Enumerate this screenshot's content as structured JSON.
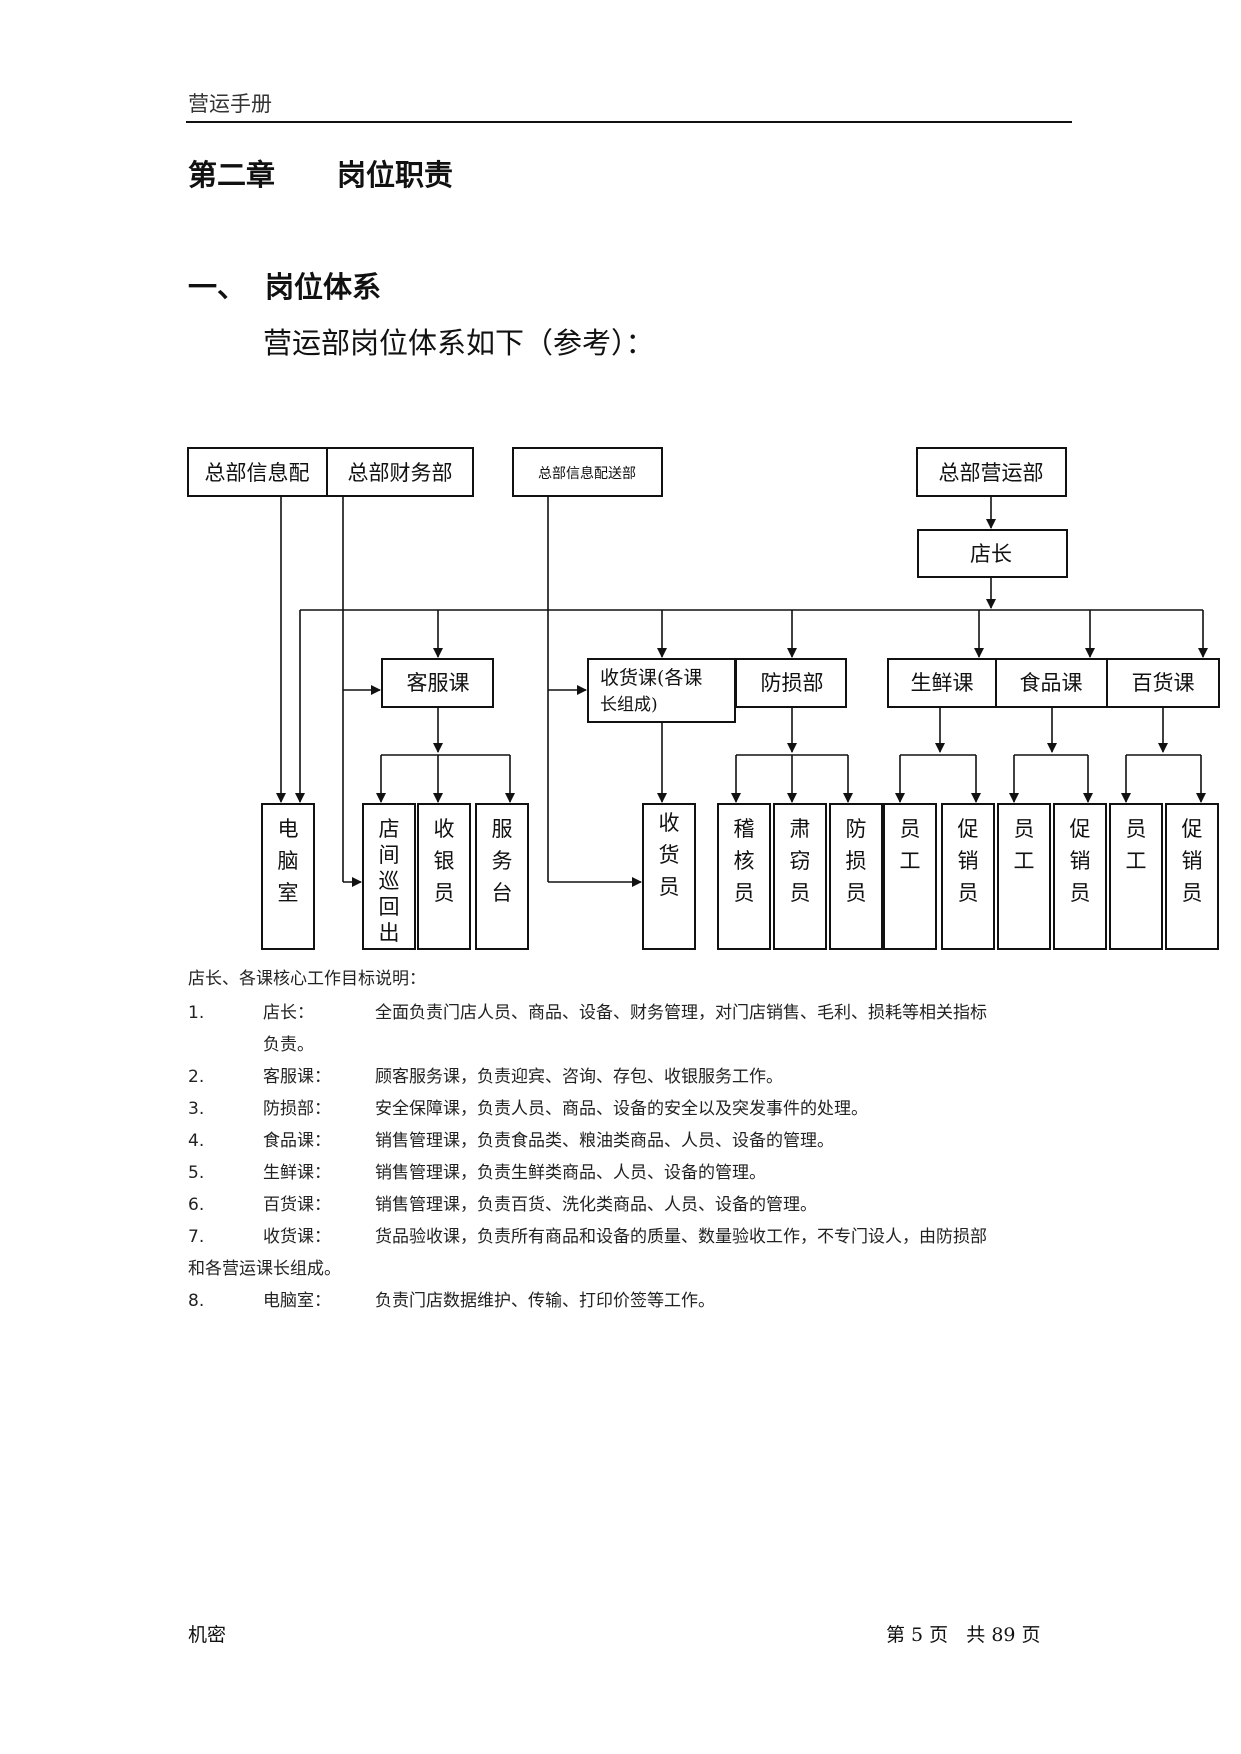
{
  "header": {
    "title": "营运手册"
  },
  "chapter": {
    "number": "第二章",
    "title": "岗位职责"
  },
  "section": {
    "number": "一、",
    "title": "岗位体系"
  },
  "intro": "营运部岗位体系如下（参考）：",
  "org_chart": {
    "top_left_a": "总部信息配",
    "top_left_b": "总部财务部",
    "top_mid": "总部信息配送部",
    "top_right": "总部营运部",
    "store_manager": "店长",
    "customer_service": "客服课",
    "receiving_dept_line1": "收货课(各课",
    "receiving_dept_line2": "长组成)",
    "loss_prevention": "防损部",
    "fresh": "生鲜课",
    "food": "食品课",
    "general": "百货课",
    "staff": [
      {
        "id": "computer-room",
        "chars": [
          "电",
          "脑",
          "室"
        ]
      },
      {
        "id": "patrol",
        "chars": [
          "店",
          "间",
          "巡",
          "回",
          "出"
        ]
      },
      {
        "id": "cashier",
        "chars": [
          "收",
          "银",
          "员"
        ]
      },
      {
        "id": "service-desk",
        "chars": [
          "服",
          "务",
          "台"
        ]
      },
      {
        "id": "receiver",
        "chars": [
          "收",
          "货",
          "员"
        ]
      },
      {
        "id": "auditor",
        "chars": [
          "稽",
          "核",
          "员"
        ]
      },
      {
        "id": "anti-theft",
        "chars": [
          "肃",
          "窃",
          "员"
        ]
      },
      {
        "id": "loss-staff",
        "chars": [
          "防",
          "损",
          "员"
        ]
      },
      {
        "id": "fresh-staff",
        "chars": [
          "员",
          "工"
        ]
      },
      {
        "id": "fresh-promoter",
        "chars": [
          "促",
          "销",
          "员"
        ]
      },
      {
        "id": "food-staff",
        "chars": [
          "员",
          "工"
        ]
      },
      {
        "id": "food-promoter",
        "chars": [
          "促",
          "销",
          "员"
        ]
      },
      {
        "id": "general-staff",
        "chars": [
          "员",
          "工"
        ]
      },
      {
        "id": "general-promoter",
        "chars": [
          "促",
          "销",
          "员"
        ]
      }
    ]
  },
  "notes": {
    "title": "店长、各课核心工作目标说明：",
    "items": [
      {
        "no": "1.",
        "role": "店长：",
        "desc": "全面负责门店人员、商品、设备、财务管理，对门店销售、毛利、损耗等相关指标",
        "cont": "负责。"
      },
      {
        "no": "2.",
        "role": "客服课：",
        "desc": "顾客服务课，负责迎宾、咨询、存包、收银服务工作。"
      },
      {
        "no": "3.",
        "role": "防损部：",
        "desc": "安全保障课，负责人员、商品、设备的安全以及突发事件的处理。"
      },
      {
        "no": "4.",
        "role": "食品课：",
        "desc": "销售管理课，负责食品类、粮油类商品、人员、设备的管理。"
      },
      {
        "no": "5.",
        "role": "生鲜课：",
        "desc": "销售管理课，负责生鲜类商品、人员、设备的管理。"
      },
      {
        "no": "6.",
        "role": "百货课：",
        "desc": "销售管理课，负责百货、洗化类商品、人员、设备的管理。"
      },
      {
        "no": "7.",
        "role": "收货课：",
        "desc": "货品验收课，负责所有商品和设备的质量、数量验收工作，不专门设人，由防损部",
        "cont_full": "和各营运课长组成。"
      },
      {
        "no": "8.",
        "role": "电脑室：",
        "desc": "负责门店数据维护、传输、打印价签等工作。"
      }
    ]
  },
  "footer": {
    "left": "机密",
    "page": "第 5 页   共 89 页"
  }
}
